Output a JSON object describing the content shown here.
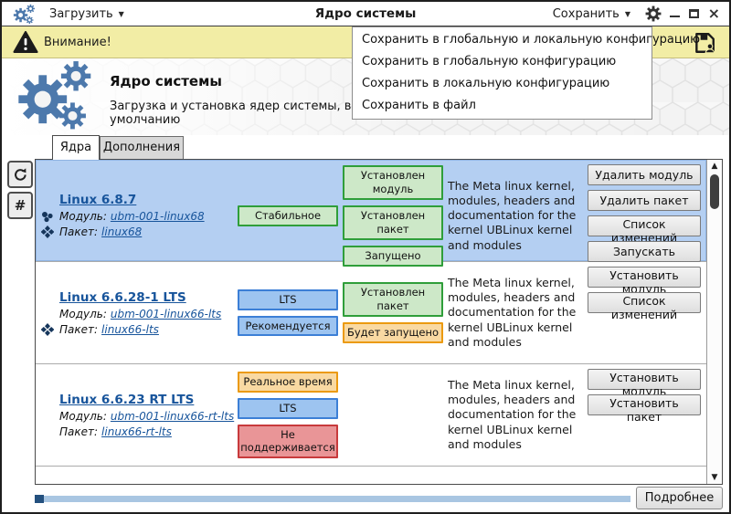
{
  "titlebar": {
    "load_label": "Загрузить",
    "title": "Ядро системы",
    "save_label": "Сохранить"
  },
  "warning": {
    "label": "Внимание!"
  },
  "save_menu": {
    "items": [
      "Сохранить в глобальную и локальную конфигурацию",
      "Сохранить в глобальную конфигурацию",
      "Сохранить в локальную конфигурацию",
      "Сохранить в файл"
    ]
  },
  "header": {
    "title": "Ядро системы",
    "subtitle": "Загрузка и установка ядер системы, выбор ядра для загрузки по умолчанию"
  },
  "tabs": {
    "kernels": "Ядра",
    "addons": "Дополнения"
  },
  "side": {
    "hash": "#"
  },
  "labels": {
    "module": "Модуль:",
    "package": "Пакет:"
  },
  "kernels": [
    {
      "name": "Linux 6.8.7",
      "module": "ubm-001-linux68",
      "package": "linux68",
      "selected": true,
      "badges_col1": [
        {
          "label": "Стабильное",
          "style": "green"
        }
      ],
      "badges_col2": [
        {
          "label": "Установлен модуль",
          "style": "green"
        },
        {
          "label": "Установлен пакет",
          "style": "green"
        },
        {
          "label": "Запущено",
          "style": "green"
        }
      ],
      "description": "The Meta linux kernel, modules, headers and documentation for the kernel UBLinux kernel and modules",
      "buttons": [
        "Удалить модуль",
        "Удалить пакет",
        "Список изменений",
        "Запускать"
      ]
    },
    {
      "name": "Linux 6.6.28-1 LTS",
      "module": "ubm-001-linux66-lts",
      "package": "linux66-lts",
      "selected": false,
      "badges_col1": [
        {
          "label": "LTS",
          "style": "blue"
        },
        {
          "label": "Рекомендуется",
          "style": "blue"
        }
      ],
      "badges_col2": [
        {
          "label": "Установлен пакет",
          "style": "green"
        },
        {
          "label": "Будет запущено",
          "style": "orange"
        }
      ],
      "description": "The Meta linux kernel, modules, headers and documentation for the kernel UBLinux kernel and modules",
      "buttons": [
        "Установить модуль",
        "Список изменений"
      ]
    },
    {
      "name": "Linux 6.6.23 RT LTS",
      "module": "ubm-001-linux66-rt-lts",
      "package": "linux66-rt-lts",
      "selected": false,
      "badges_col1": [
        {
          "label": "Реальное время",
          "style": "orange"
        },
        {
          "label": "LTS",
          "style": "blue"
        },
        {
          "label": "Не поддерживается",
          "style": "red"
        }
      ],
      "badges_col2": [],
      "description": "The Meta linux kernel, modules, headers and documentation for the kernel UBLinux kernel and modules",
      "buttons": [
        "Установить модуль",
        "Установить пакет"
      ]
    }
  ],
  "footer": {
    "details": "Подробнее"
  },
  "colors": {
    "accent": "#4d79ac",
    "selected_row": "#b4cff2",
    "warning_bg": "#f2eda5",
    "progress_track": "#a9c6e2",
    "progress_value": "#24507e",
    "badge_green": "#cde8c8",
    "badge_blue": "#9dc4f0",
    "badge_orange": "#f9d9a2",
    "badge_red": "#e99597"
  }
}
